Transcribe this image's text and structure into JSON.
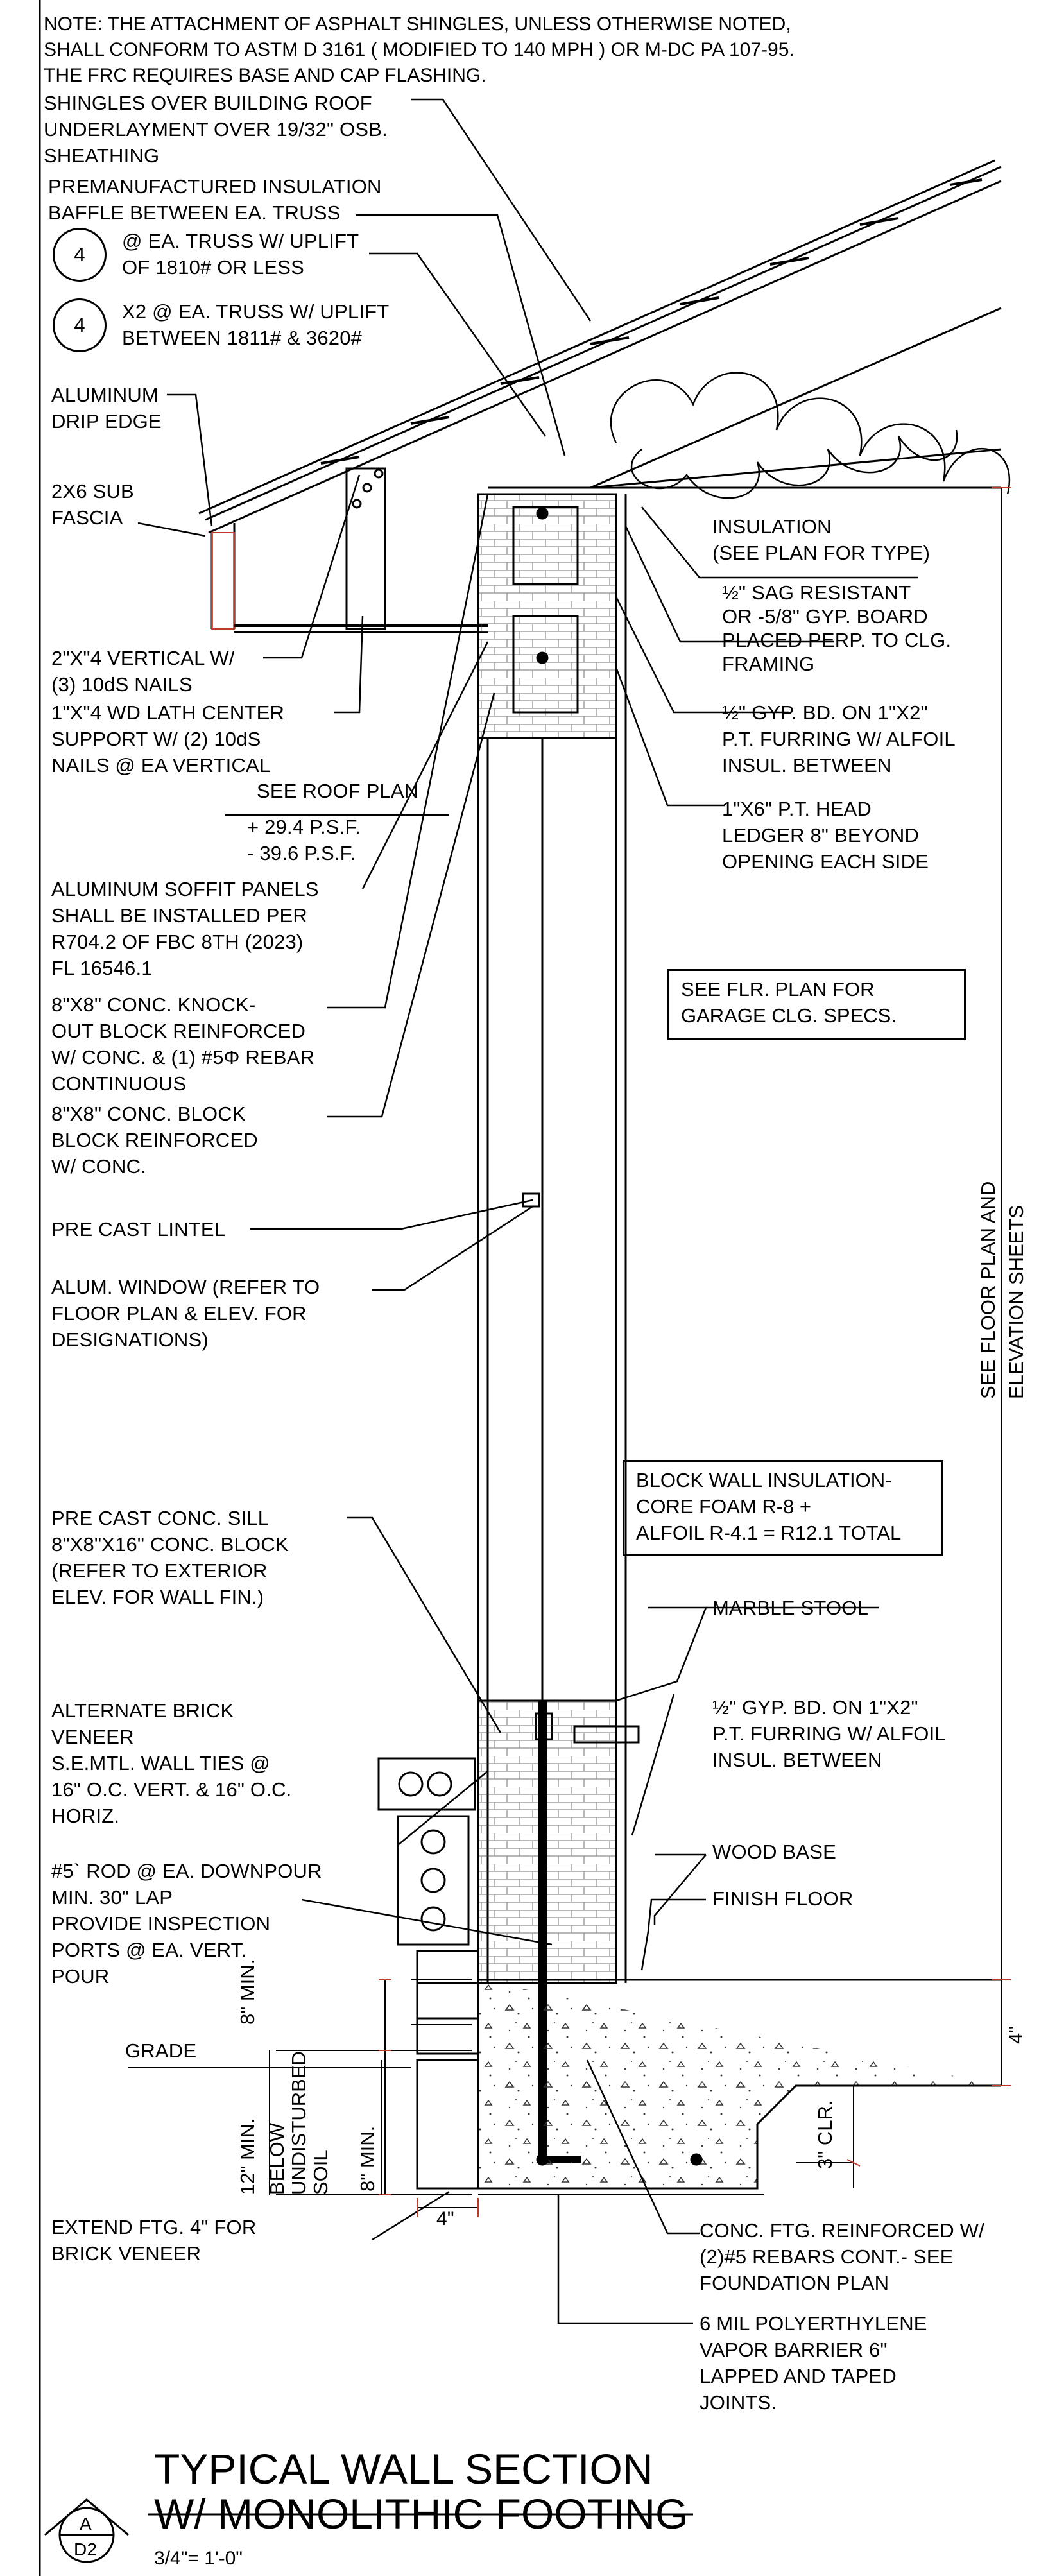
{
  "notes": {
    "general": [
      "NOTE: THE ATTACHMENT OF ASPHALT SHINGLES, UNLESS OTHERWISE NOTED,",
      "SHALL CONFORM TO ASTM D 3161 ( MODIFIED TO 140 MPH ) OR M-DC PA 107-95.",
      "THE FRC REQUIRES BASE AND CAP FLASHING."
    ],
    "shingles": [
      "SHINGLES OVER BUILDING ROOF",
      "UNDERLAYMENT OVER 19/32\" OSB.",
      "SHEATHING"
    ],
    "baffle": [
      "PREMANUFACTURED INSULATION",
      "BAFFLE BETWEEN EA. TRUSS"
    ],
    "strap1": {
      "tag": "4",
      "lines": [
        "@ EA. TRUSS W/ UPLIFT",
        "OF 1810# OR LESS"
      ]
    },
    "strap2": {
      "tag": "4",
      "lines": [
        "X2 @ EA. TRUSS W/ UPLIFT",
        "BETWEEN 1811# & 3620#"
      ]
    },
    "drip": [
      "ALUMINUM",
      "DRIP EDGE"
    ],
    "fascia": [
      "2X6 SUB",
      "FASCIA"
    ],
    "vertical": [
      "2\"X\"4 VERTICAL W/",
      "(3) 10dS NAILS"
    ],
    "lath": [
      "1\"X\"4 WD LATH CENTER",
      "SUPPORT W/ (2) 10dS",
      "NAILS @ EA VERTICAL"
    ],
    "roofplan": "SEE ROOF PLAN",
    "psf": [
      "+ 29.4 P.S.F.",
      "- 39.6 P.S.F."
    ],
    "soffit": [
      "ALUMINUM SOFFIT PANELS",
      "SHALL BE INSTALLED PER",
      "R704.2 OF FBC 8TH (2023)",
      "FL 16546.1"
    ],
    "knockout": [
      "8\"X8\" CONC. KNOCK-",
      "OUT BLOCK REINFORCED",
      "W/ CONC. & (1) #5Φ REBAR",
      "CONTINUOUS"
    ],
    "block": [
      "8\"X8\" CONC. BLOCK",
      "BLOCK  REINFORCED",
      "W/ CONC."
    ],
    "lintel": "PRE CAST LINTEL",
    "window": [
      "ALUM. WINDOW (REFER TO",
      "FLOOR PLAN & ELEV. FOR",
      "DESIGNATIONS)"
    ],
    "sill": [
      "PRE CAST CONC. SILL",
      "8\"X8\"X16\" CONC. BLOCK",
      "(REFER TO EXTERIOR",
      "ELEV. FOR WALL FIN.)"
    ],
    "brick": [
      "ALTERNATE BRICK",
      "VENEER",
      "S.E.MTL. WALL TIES @",
      "16\" O.C. VERT. & 16\" O.C.",
      "HORIZ."
    ],
    "rod": [
      "#5` ROD @ EA. DOWNPOUR",
      "MIN. 30\" LAP",
      "PROVIDE INSPECTION",
      "PORTS @ EA. VERT.",
      "POUR"
    ],
    "grade": "GRADE",
    "extend": [
      "EXTEND FTG. 4\" FOR",
      "BRICK VENEER"
    ],
    "insulation": [
      "INSULATION",
      "(SEE PLAN FOR TYPE)"
    ],
    "sag": [
      "½\" SAG RESISTANT",
      "OR -5/8\" GYP. BOARD",
      "PLACED PERP. TO CLG.",
      "FRAMING"
    ],
    "gyp1": [
      "½\" GYP. BD. ON 1\"X2\"",
      "P.T. FURRING W/ ALFOIL",
      "INSUL. BETWEEN"
    ],
    "ledger": [
      "1\"X6\" P.T. HEAD",
      "LEDGER 8\" BEYOND",
      "OPENING EACH SIDE"
    ],
    "garage": [
      "SEE FLR. PLAN FOR",
      "GARAGE CLG. SPECS."
    ],
    "blockins": [
      "BLOCK WALL INSULATION-",
      "CORE FOAM R-8 +",
      "ALFOIL R-4.1 = R12.1 TOTAL"
    ],
    "stool": "MARBLE STOOL",
    "gyp2": [
      "½\" GYP. BD. ON 1\"X2\"",
      "P.T. FURRING W/ ALFOIL",
      "INSUL. BETWEEN"
    ],
    "woodbase": "WOOD BASE",
    "floor": "FINISH FLOOR",
    "ftg": [
      "CONC. FTG. REINFORCED W/",
      "(2)#5 REBARS CONT.- SEE",
      "FOUNDATION PLAN"
    ],
    "vapor": [
      "6 MIL POLYERTHYLENE",
      "VAPOR BARRIER 6\"",
      "LAPPED AND TAPED",
      "JOINTS."
    ],
    "elev": [
      "SEE FLOOR PLAN AND",
      "ELEVATION SHEETS"
    ]
  },
  "dims": {
    "min8": "8\" MIN.",
    "min12": "12\" MIN.",
    "undisturbed": [
      "BELOW",
      "UNDISTURBED",
      "SOIL"
    ],
    "min8b": "8\" MIN.",
    "four_a": "4\"",
    "four_b": "4\"",
    "clr": "3\" CLR."
  },
  "title": {
    "line1": "TYPICAL WALL SECTION",
    "line2": "W/ MONOLITHIC FOOTING",
    "tag_letter": "A",
    "tag_sheet": "D2",
    "scale": "3/4\"= 1'-0\""
  }
}
